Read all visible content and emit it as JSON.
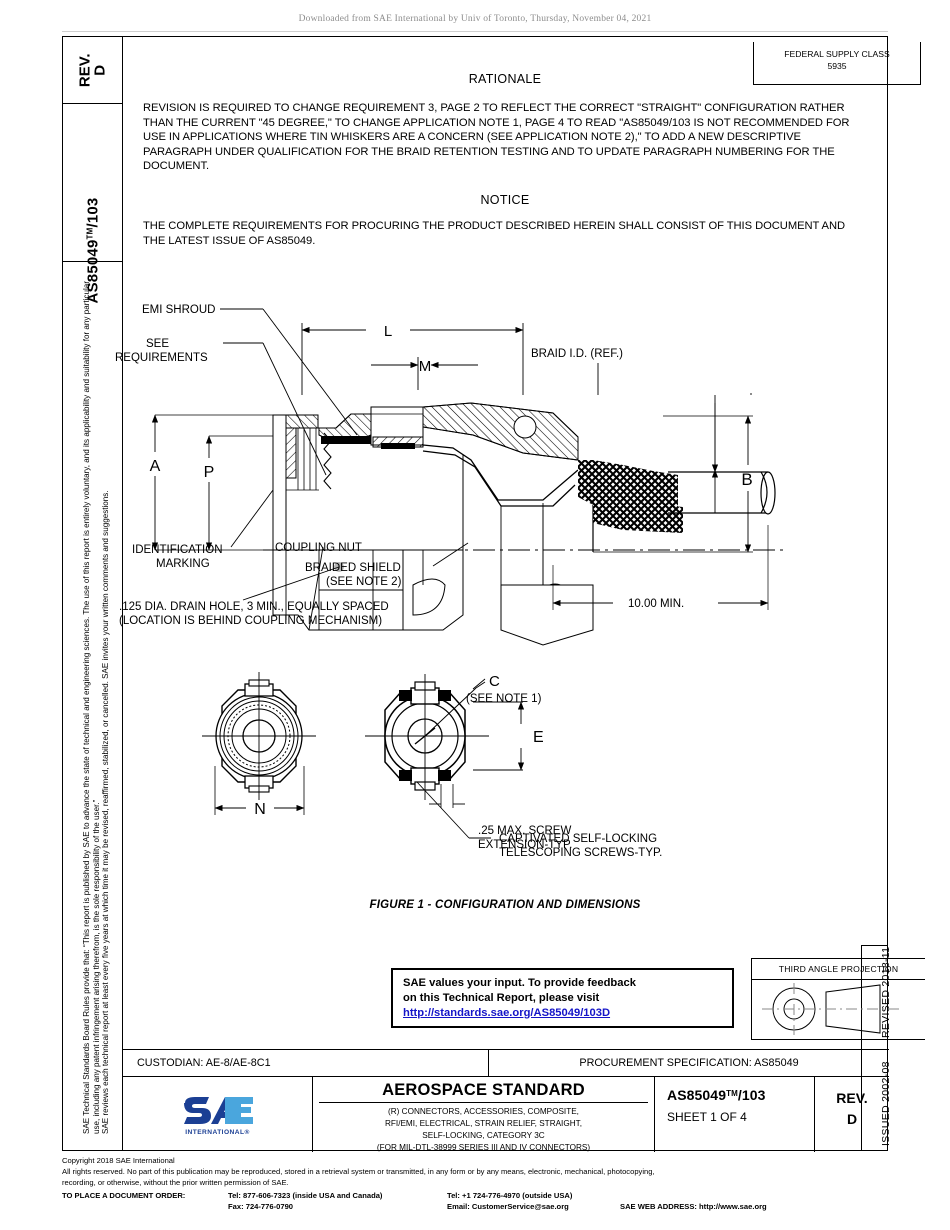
{
  "download_banner": "Downloaded from SAE International by Univ of Toronto, Thursday, November 04, 2021",
  "rail": {
    "rev_label": "REV.",
    "rev_value": "D",
    "doc_number_main": "AS85049",
    "doc_number_tm": "TM",
    "doc_number_suffix": "/103",
    "legal_line_1": "SAE Technical Standards Board Rules provide that: “This report is published by SAE to advance the state of technical and engineering sciences. The use of this report is entirely voluntary, and its applicability and suitability for any particular use, including any patent infringement arising therefrom, is the sole responsibility of the user.”",
    "legal_line_2": "SAE reviews each technical report at least every five years at which time it may be revised, reaffirmed, stabilized, or cancelled. SAE invites your written comments and suggestions."
  },
  "right_rail": {
    "issued": "ISSUED 2002-08",
    "revised": "REVISED 2018-11"
  },
  "federal_supply_class": {
    "label": "FEDERAL SUPPLY CLASS",
    "value": "5935"
  },
  "sections": {
    "rationale_heading": "RATIONALE",
    "rationale_body": "REVISION IS REQUIRED TO CHANGE REQUIREMENT 3, PAGE 2 TO REFLECT THE CORRECT \"STRAIGHT\" CONFIGURATION RATHER THAN THE CURRENT \"45 DEGREE,\" TO CHANGE APPLICATION NOTE 1, PAGE 4 TO READ \"AS85049/103 IS NOT RECOMMENDED FOR USE IN APPLICATIONS WHERE TIN WHISKERS ARE A CONCERN (SEE APPLICATION NOTE 2),\" TO ADD A NEW DESCRIPTIVE PARAGRAPH UNDER QUALIFICATION FOR THE BRAID RETENTION TESTING AND TO UPDATE PARAGRAPH NUMBERING FOR THE DOCUMENT.",
    "notice_heading": "NOTICE",
    "notice_body": "THE COMPLETE REQUIREMENTS FOR PROCURING THE PRODUCT DESCRIBED HEREIN SHALL CONSIST OF THIS DOCUMENT AND THE LATEST ISSUE OF AS85049."
  },
  "drawing": {
    "labels": {
      "emi_shroud": "EMI SHROUD",
      "see_requirements_l1": "SEE",
      "see_requirements_l2": "REQUIREMENTS",
      "braid_id": "BRAID I.D. (REF.)",
      "dim_L": "L",
      "dim_M": "M",
      "dim_A": "A",
      "dim_P": "P",
      "dim_B": "B",
      "dim_N": "N",
      "dim_E": "E",
      "dim_C": "C",
      "see_note_1": "(SEE NOTE 1)",
      "identification_l1": "IDENTIFICATION",
      "identification_l2": "MARKING",
      "coupling_nut": "COUPLING NUT",
      "braided_shield_l1": "BRAIDED SHIELD",
      "braided_shield_l2": "(SEE NOTE 2)",
      "ten_min": "10.00 MIN.",
      "drain_hole_l1": ".125 DIA. DRAIN HOLE, 3 MIN., EQUALLY SPACED",
      "drain_hole_l2": "(LOCATION IS BEHIND COUPLING MECHANISM)",
      "screw_ext_l1": ".25 MAX. SCREW",
      "screw_ext_l2": "EXTENSION-TYP.",
      "captivated_l1": "CAPTIVATED SELF-LOCKING",
      "captivated_l2": "TELESCOPING SCREWS-TYP."
    },
    "figure_caption": "FIGURE 1 - CONFIGURATION AND DIMENSIONS"
  },
  "feedback": {
    "line1": "SAE values your input. To provide feedback",
    "line2": "on this Technical Report, please visit",
    "link": "http://standards.sae.org/AS85049/103D"
  },
  "third_angle": {
    "title": "THIRD ANGLE PROJECTION"
  },
  "custodian": {
    "left": "CUSTODIAN: AE-8/AE-8C1",
    "right": "PROCUREMENT SPECIFICATION: AS85049"
  },
  "title_block": {
    "logo_text": "SAE",
    "logo_sub": "INTERNATIONAL®",
    "standard_title": "AEROSPACE STANDARD",
    "subtitle_1": "(R) CONNECTORS, ACCESSORIES, COMPOSITE,",
    "subtitle_2": "RFI/EMI, ELECTRICAL, STRAIN RELIEF, STRAIGHT,",
    "subtitle_3": "SELF-LOCKING, CATEGORY 3C",
    "subtitle_4": "(FOR MIL-DTL-38999 SERIES III AND IV CONNECTORS)",
    "doc_number_main": "AS85049",
    "doc_number_tm": "TM",
    "doc_number_suffix": "/103",
    "sheet": "SHEET 1 OF 4",
    "rev_label": "REV.",
    "rev_value": "D"
  },
  "footer": {
    "copyright": "Copyright 2018 SAE International",
    "rights_1": "All rights reserved. No part of this publication may be reproduced, stored in a retrieval system or transmitted, in any form or by any means, electronic, mechanical, photocopying,",
    "rights_2": "recording, or otherwise, without the prior written permission of SAE.",
    "order_label": "TO PLACE A DOCUMENT ORDER:",
    "tel_inside": "Tel: 877-606-7323 (inside USA and Canada)",
    "fax": "Fax: 724-776-0790",
    "tel_outside": "Tel: +1 724-776-4970 (outside USA)",
    "email": "Email: CustomerService@sae.org",
    "web": "SAE WEB ADDRESS: http://www.sae.org"
  },
  "colors": {
    "link": "#1414c8",
    "sae_dark_blue": "#1b3f94",
    "sae_light_blue": "#4aa6dd",
    "banner_gray": "#8d8d8d"
  }
}
